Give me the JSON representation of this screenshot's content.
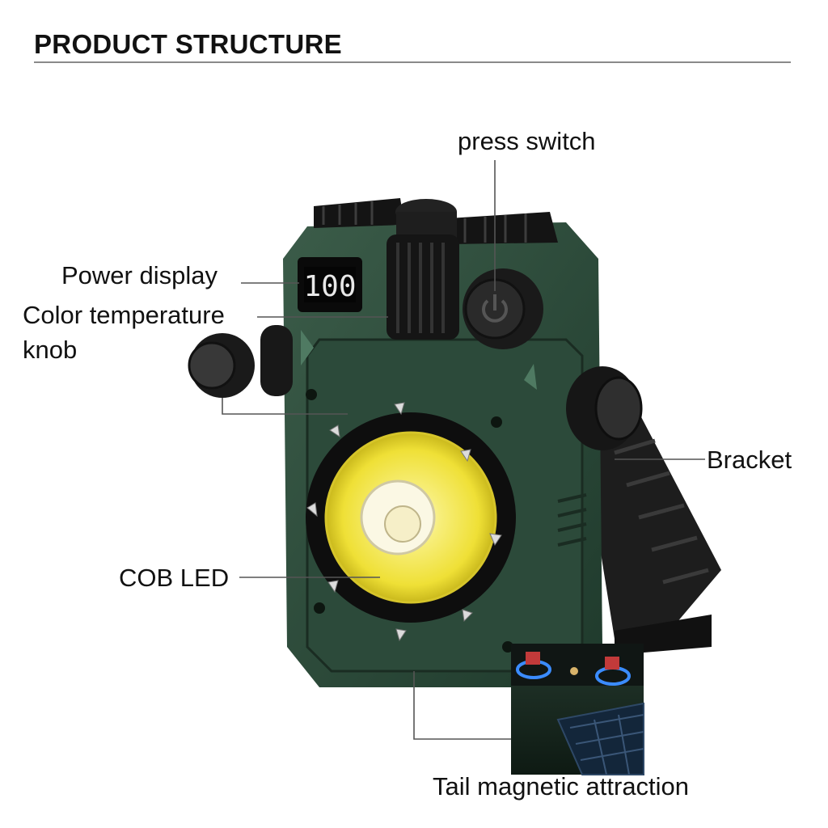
{
  "heading": "PRODUCT STRUCTURE",
  "labels": {
    "press_switch": "press switch",
    "power_display": "Power display",
    "color_temperature_knob_line1": "Color temperature",
    "color_temperature_knob_line2": "knob",
    "bracket": "Bracket",
    "cob_led": "COB LED",
    "tail_magnetic": "Tail magnetic attraction"
  },
  "display_readout": "100",
  "colors": {
    "body": "#2e4a3b",
    "body_dark": "#1f3328",
    "accent_led": "#f2e23a",
    "knob": "#1a1a1a"
  }
}
